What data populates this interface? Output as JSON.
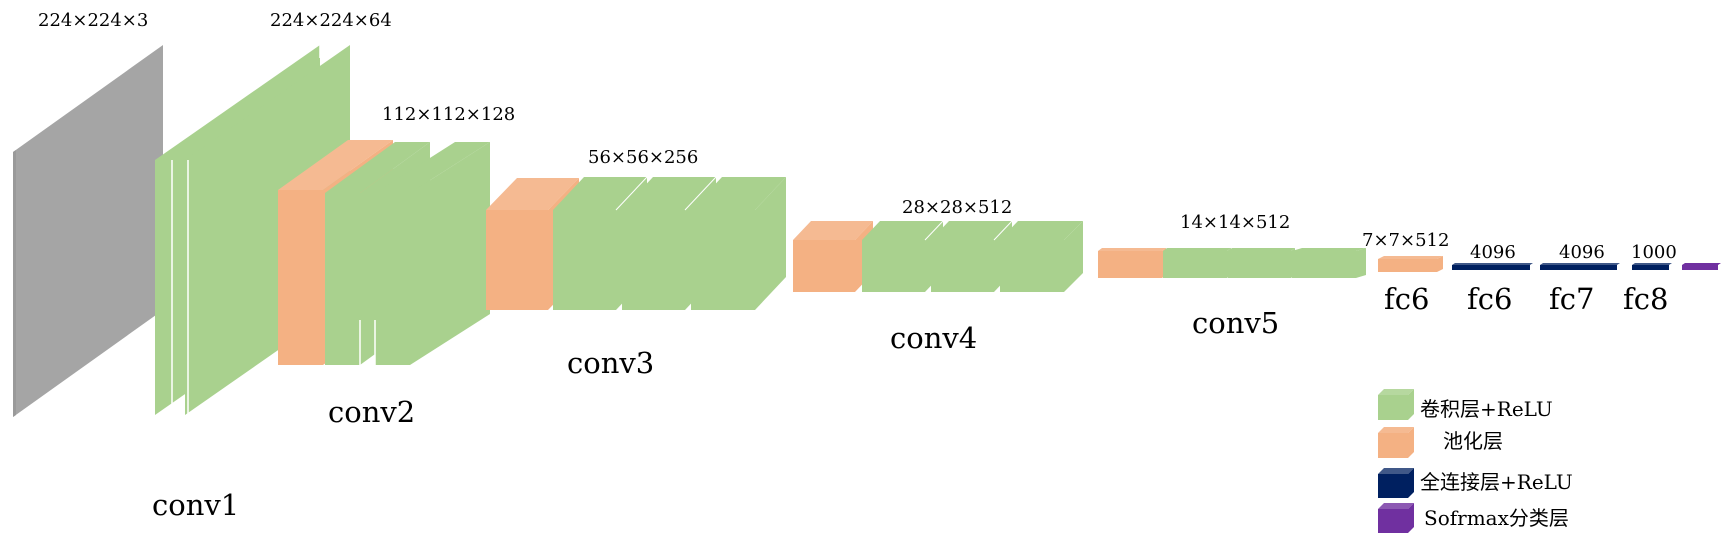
{
  "input": {
    "label": "224×224×3",
    "color": "#A5A5A5"
  },
  "colors": {
    "conv": "#A9D18E",
    "pool": "#F4B183",
    "fc": "#002060",
    "softmax": "#7030A0"
  },
  "dims": {
    "conv1": "224×224×64",
    "conv2": "112×112×128",
    "conv3": "56×56×256",
    "conv4": "28×28×512",
    "conv5": "14×14×512",
    "pool5": "7×7×512",
    "fc6": "4096",
    "fc7": "4096",
    "fc8": "1000"
  },
  "stages": {
    "conv1": "conv1",
    "conv2": "conv2",
    "conv3": "conv3",
    "conv4": "conv4",
    "conv5": "conv5",
    "fc6a": "fc6",
    "fc6b": "fc6",
    "fc7": "fc7",
    "fc8": "fc8"
  },
  "legend": {
    "conv": "卷积层+ReLU",
    "pool": "池化层",
    "fc": "全连接层+ReLU",
    "softmax": "Sofrmax分类层"
  }
}
